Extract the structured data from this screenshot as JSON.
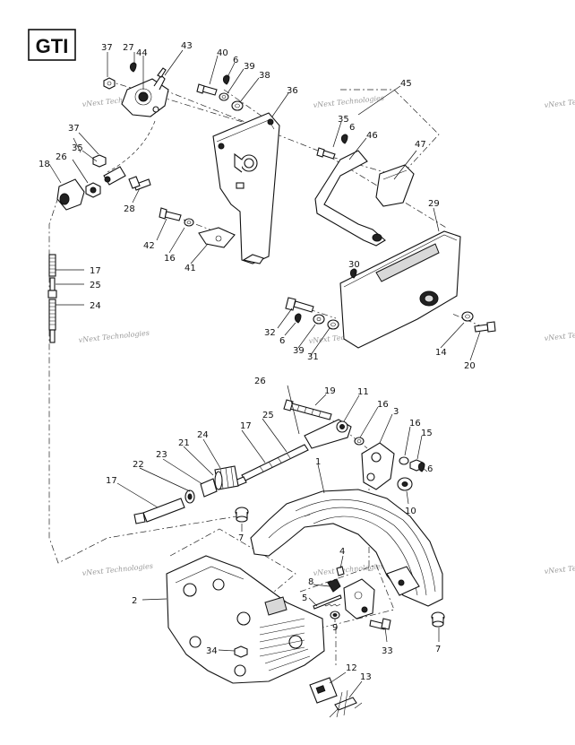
{
  "model_badge": "GTI",
  "watermark": "vNext Technologies",
  "callouts": [
    "37",
    "27",
    "44",
    "43",
    "40",
    "6",
    "39",
    "38",
    "36",
    "45",
    "35",
    "6",
    "46",
    "47",
    "37",
    "35",
    "26",
    "18",
    "28",
    "29",
    "42",
    "16",
    "41",
    "30",
    "17",
    "25",
    "24",
    "32",
    "6",
    "39",
    "31",
    "14",
    "20",
    "19",
    "11",
    "26",
    "25",
    "17",
    "16",
    "3",
    "16",
    "15",
    "24",
    "6",
    "21",
    "22",
    "23",
    "17",
    "10",
    "1",
    "7",
    "4",
    "8",
    "2",
    "5",
    "9",
    "34",
    "33",
    "7",
    "12",
    "13"
  ],
  "colors": {
    "line": "#111111",
    "watermark": "#9a9a9a",
    "background": "#ffffff"
  }
}
